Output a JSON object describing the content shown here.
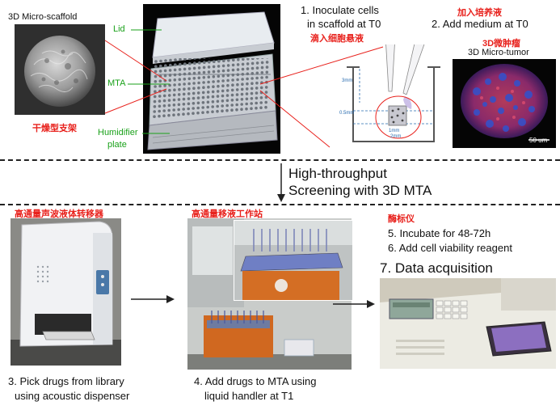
{
  "top": {
    "scaffold_title": "3D Micro-scaffold",
    "scaffold_caption_cn": "干燥型支架",
    "lid_label": "Lid",
    "mta_label": "MTA",
    "humidifier_label_1": "Humidifier",
    "humidifier_label_2": "plate",
    "step1_line1": "1. Inoculate cells",
    "step1_line2": "in scaffold at T0",
    "step1_cn": "滴入细胞悬液",
    "step2": "2. Add medium at T0",
    "step2_cn": "加入培养液",
    "dim_3mm": "3mm",
    "dim_05mm": "0.5mm",
    "dim_1mm": "1mm",
    "dim_2mm": "2mm",
    "tumor_cn": "3D微肿瘤",
    "tumor_title": "3D Micro-tumor",
    "scale_bar": "50 um"
  },
  "middle": {
    "title_line1": "High-throughput",
    "title_line2": "Screening with 3D MTA"
  },
  "bottom": {
    "dispenser_cn": "高通量声波液体转移器",
    "handler_cn": "高通量移液工作站",
    "reader_cn": "酶标仪",
    "step3_line1": "3. Pick drugs from library",
    "step3_line2": "using acoustic dispenser",
    "step4_line1": "4. Add drugs to MTA using",
    "step4_line2": "liquid handler at T1",
    "step5": "5. Incubate for 48-72h",
    "step6": "6. Add cell viability reagent",
    "step7": "7. Data acquisition"
  },
  "colors": {
    "red_label": "#e8211c",
    "green_label": "#1aa11a",
    "tumor_red": "#c8324a",
    "tumor_blue": "#3650c8"
  }
}
